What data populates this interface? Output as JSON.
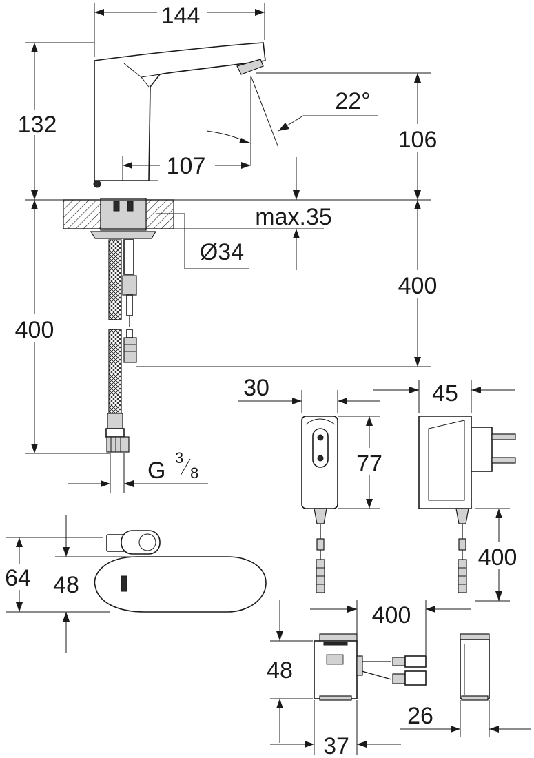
{
  "dimensions": {
    "width": "144",
    "height_above": "132",
    "spout_height": "106",
    "reach": "107",
    "angle": "22°",
    "deck_max": "max.35",
    "hole": "Ø34",
    "hose_length_left": "400",
    "cable_length_right": "400",
    "connection_main": "G",
    "connection_num": "3",
    "connection_den": "8",
    "psu_depth": "30",
    "psu_height": "77",
    "psu_width": "45",
    "psu_cable": "400",
    "lever_height_outer": "64",
    "lever_height_inner": "48",
    "box_cable": "400",
    "box_height": "48",
    "box_width": "37",
    "box_depth": "26"
  }
}
